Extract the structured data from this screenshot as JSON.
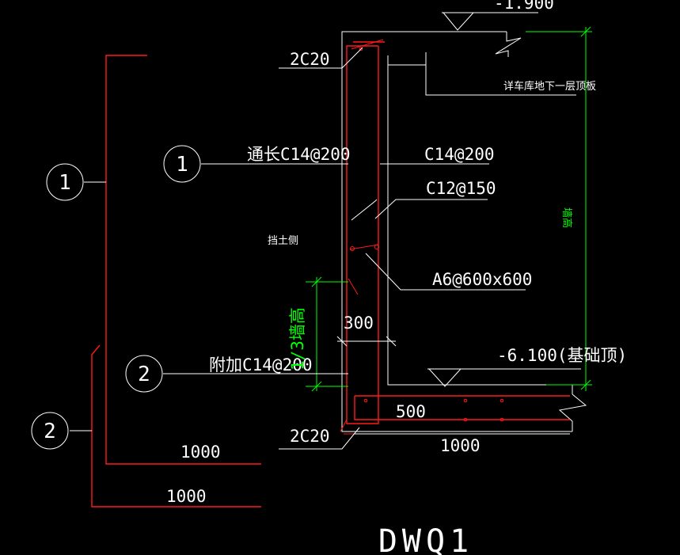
{
  "labels": {
    "elev_top": "-1.900",
    "top_bar": "2C20",
    "bottom_bar": "2C20",
    "see_slab": "详车库地下一层顶板",
    "main_bar": "通长C14@200",
    "inner_bar": "C14@200",
    "dist_bar": "C12@150",
    "tie_bar": "A6@600x600",
    "soil_side": "挡土侧",
    "wall_height": "墙高",
    "one_third": "1/3墙高",
    "dim_300": "300",
    "add_bar": "附加C14@200",
    "elev_base": "-6.100(基础顶)",
    "dim_500": "500",
    "dim_1000_base": "1000",
    "dim_1000_a": "1000",
    "dim_1000_b": "1000",
    "title": "DWQ1"
  },
  "callouts": [
    "1",
    "1",
    "2",
    "2"
  ],
  "colors": {
    "background": "#000000",
    "line": "#ffffff",
    "rebar": "#ff1a1a",
    "dimension": "#00ff00"
  }
}
